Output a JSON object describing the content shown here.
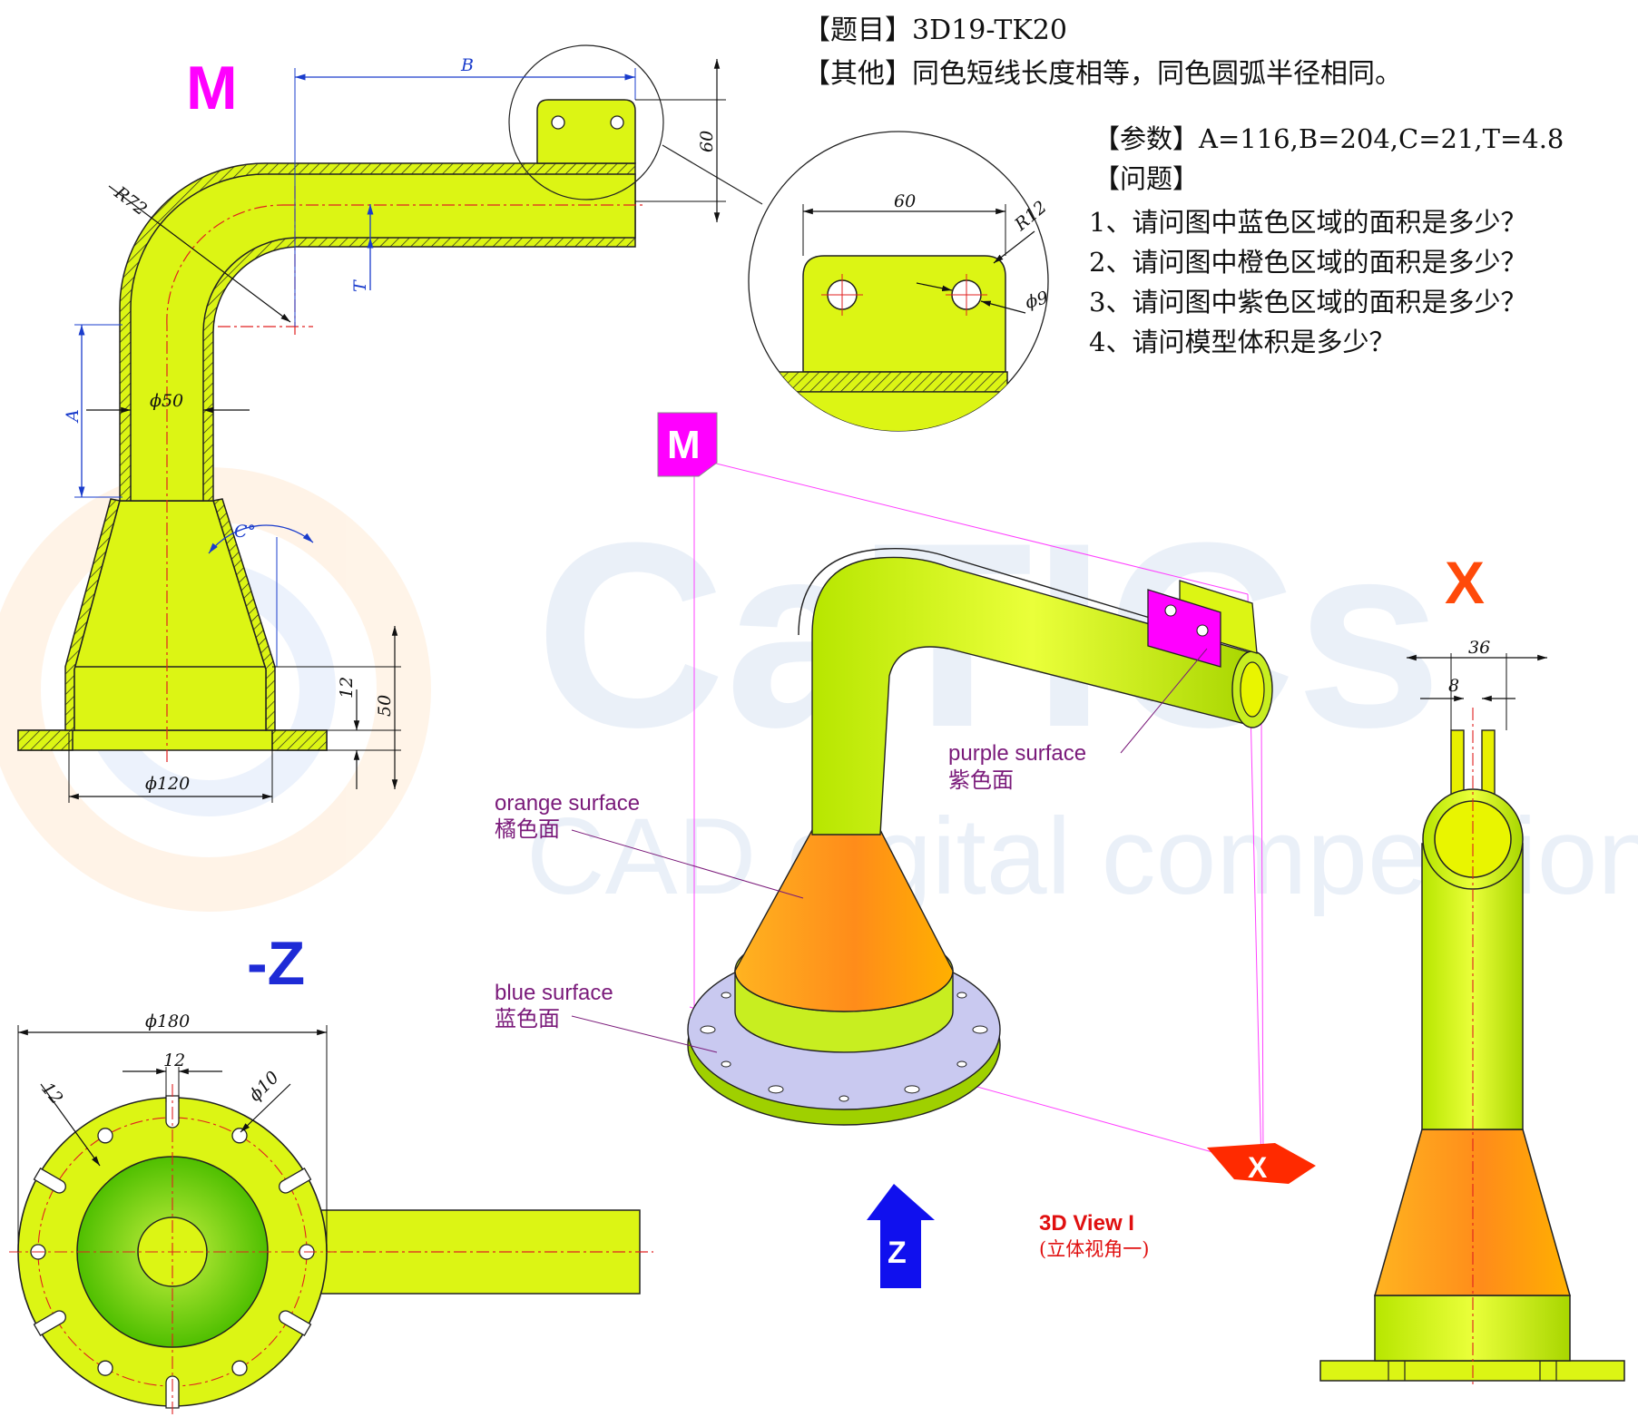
{
  "header": {
    "title_tag": "【题目】",
    "title": "3D19-TK20",
    "other_tag": "【其他】",
    "other": "同色短线长度相等，同色圆弧半径相同。",
    "params_tag": "【参数】",
    "params": "A=116,B=204,C=21,T=4.8",
    "questions_tag": "【问题】",
    "questions": [
      "1、请问图中蓝色区域的面积是多少？",
      "2、请问图中橙色区域的面积是多少？",
      "3、请问图中紫色区域的面积是多少？",
      "4、请问模型体积是多少？"
    ]
  },
  "views": {
    "m_label": "M",
    "z_label": "-Z",
    "x_label": "X",
    "iso_title": "3D View I",
    "iso_subtitle": "(立体视角一)",
    "iso_m_tag": "M",
    "iso_z_tag": "Z",
    "iso_x_tag": "X"
  },
  "watermark": {
    "brand": "CaTICs",
    "tagline": "CAD digital competition"
  },
  "dimensions": {
    "B": "B",
    "R72": "R72",
    "T": "T",
    "A": "A",
    "d50": "ϕ50",
    "C": "C°",
    "d120": "ϕ120",
    "h60": "60",
    "h12": "12",
    "h50": "50",
    "detail_60": "60",
    "detail_R12": "R12",
    "detail_d9": "ϕ9",
    "d180": "ϕ180",
    "w12": "12",
    "s12": "12",
    "d10": "ϕ10",
    "w36": "36",
    "w8": "8"
  },
  "callouts": {
    "purple_en": "purple surface",
    "purple_cn": "紫色面",
    "orange_en": "orange surface",
    "orange_cn": "橘色面",
    "blue_en": "blue surface",
    "blue_cn": "蓝色面"
  },
  "colors": {
    "body": "#dcf514",
    "orange": "#ff8c1a",
    "purple": "#ff00ff",
    "blue": "#c9c9f0",
    "magenta_label": "#ff00ff",
    "blue_label": "#1e2bd6",
    "red_label": "#ff4a0a"
  }
}
